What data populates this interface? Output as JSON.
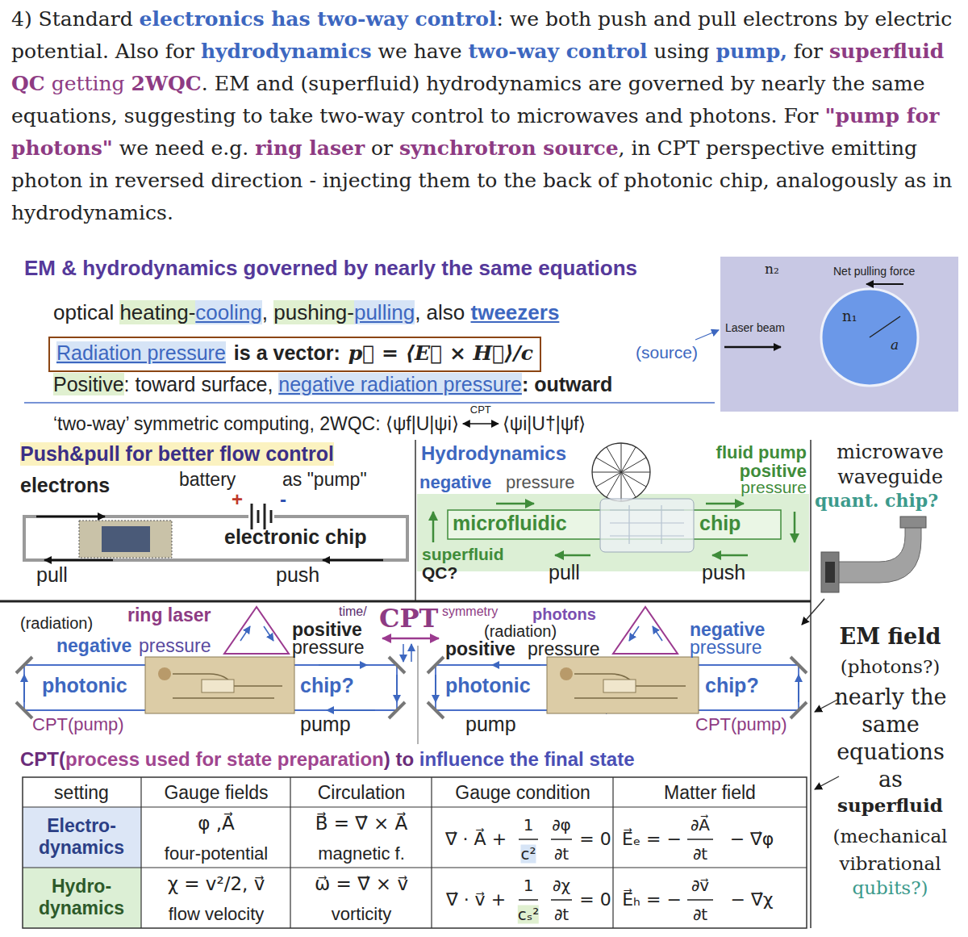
{
  "diagram": {
    "title": "EM & hydrodynamics governed by nearly the same equations",
    "nodes": [
      {
        "text": [
          "Radiation pressure",
          "is a vector:",
          "p⃗ = ⟨E⃗ × H⃗⟩/c"
        ]
      },
      {
        "text": [
          "n₂",
          "Net pulling force",
          "Laser beam"
        ]
      },
      {
        "text": [
          "n₁",
          "a"
        ],
        "in": 1
      },
      {
        "text": [
          "Push&pull for better flow control",
          "electrons",
          "battery",
          "as \"pump\"",
          "+",
          "-",
          "electronic chip",
          "pull",
          "push"
        ]
      },
      {
        "text": [
          "Hydrodynamics",
          "fluid pump",
          "positive",
          "pressure",
          "negative",
          "pressure",
          "superfluid",
          "QC?",
          "pull",
          "push"
        ]
      },
      {
        "text": [
          "microfluidic",
          "chip"
        ],
        "in": 4
      },
      {
        "text": [
          "microwave waveguide",
          "quant. chip?",
          "EM field",
          "(photons?)",
          "nearly the same equations as",
          "superfluid",
          "(mechanical vibrational",
          "qubits?)"
        ]
      },
      {
        "text": [
          "(radiation)",
          "ring laser",
          "negative",
          "pressure",
          "positive",
          "pressure",
          "photonic",
          "chip?",
          "CPT(pump)",
          "pump"
        ]
      },
      {
        "text": [
          "photons",
          "(radiation)",
          "positive",
          "pressure",
          "negative",
          "pressure",
          "photonic",
          "chip?",
          "pump",
          "CPT(pump)"
        ]
      }
    ],
    "labels": [
      "4) Standard ",
      "electronics has two-way control",
      ": we both push and pull electrons by electric potential. Also for ",
      "hydrodynamics",
      " we have ",
      "two-way control",
      " using ",
      "pump,",
      " for ",
      "superfluid QC",
      " getting ",
      "2WQC",
      ". EM and (superfluid) hydrodynamics are governed by nearly the same equations, suggesting to take two-way control to microwaves and photons. For ",
      "\"pump for photons\"",
      " we need e.g. ",
      "ring laser",
      " or ",
      "synchrotron source",
      ", in CPT perspective emitting photon in reversed direction - injecting them to the back of photonic chip, analogously as in hydrodynamics.",
      "optical ",
      "heating-",
      "cooling",
      ", ",
      "pushing-",
      "pulling",
      ", also ",
      "tweezers",
      "(source)",
      "Positive",
      ": toward surface, ",
      "negative radiation pressure",
      ": outward",
      "‘two-way’ symmetric computing, 2WQC: ⟨ψf|U|ψi⟩",
      "CPT",
      "⟨ψi|U†|ψf⟩",
      "time/",
      "CPT",
      "symmetry",
      "CPT(",
      "process used for state preparation",
      ") to ",
      "influence the final state",
      "setting",
      "Gauge fields",
      "Circulation",
      "Gauge condition",
      "Matter field",
      "Electro- dynamics",
      "φ ,A⃗",
      "four-potential",
      "B⃗ = ∇⃗ × A⃗",
      "magnetic f.",
      "∇⃗ · A⃗ +",
      "1",
      "c²",
      "∂φ",
      "∂t",
      "= 0",
      "E⃗ₑ = −",
      "∂A⃗",
      "∂t",
      "− ∇⃗φ",
      "Hydro- dynamics",
      "χ = v²/2, v⃗",
      "flow velocity",
      "ω⃗ = ∇⃗ × v⃗",
      "vorticity",
      "∇⃗ · v⃗ +",
      "1",
      "cₛ²",
      "∂χ",
      "∂t",
      "= 0",
      "E⃗ₕ = −",
      "∂v⃗",
      "∂t",
      "− ∇⃗χ"
    ]
  }
}
